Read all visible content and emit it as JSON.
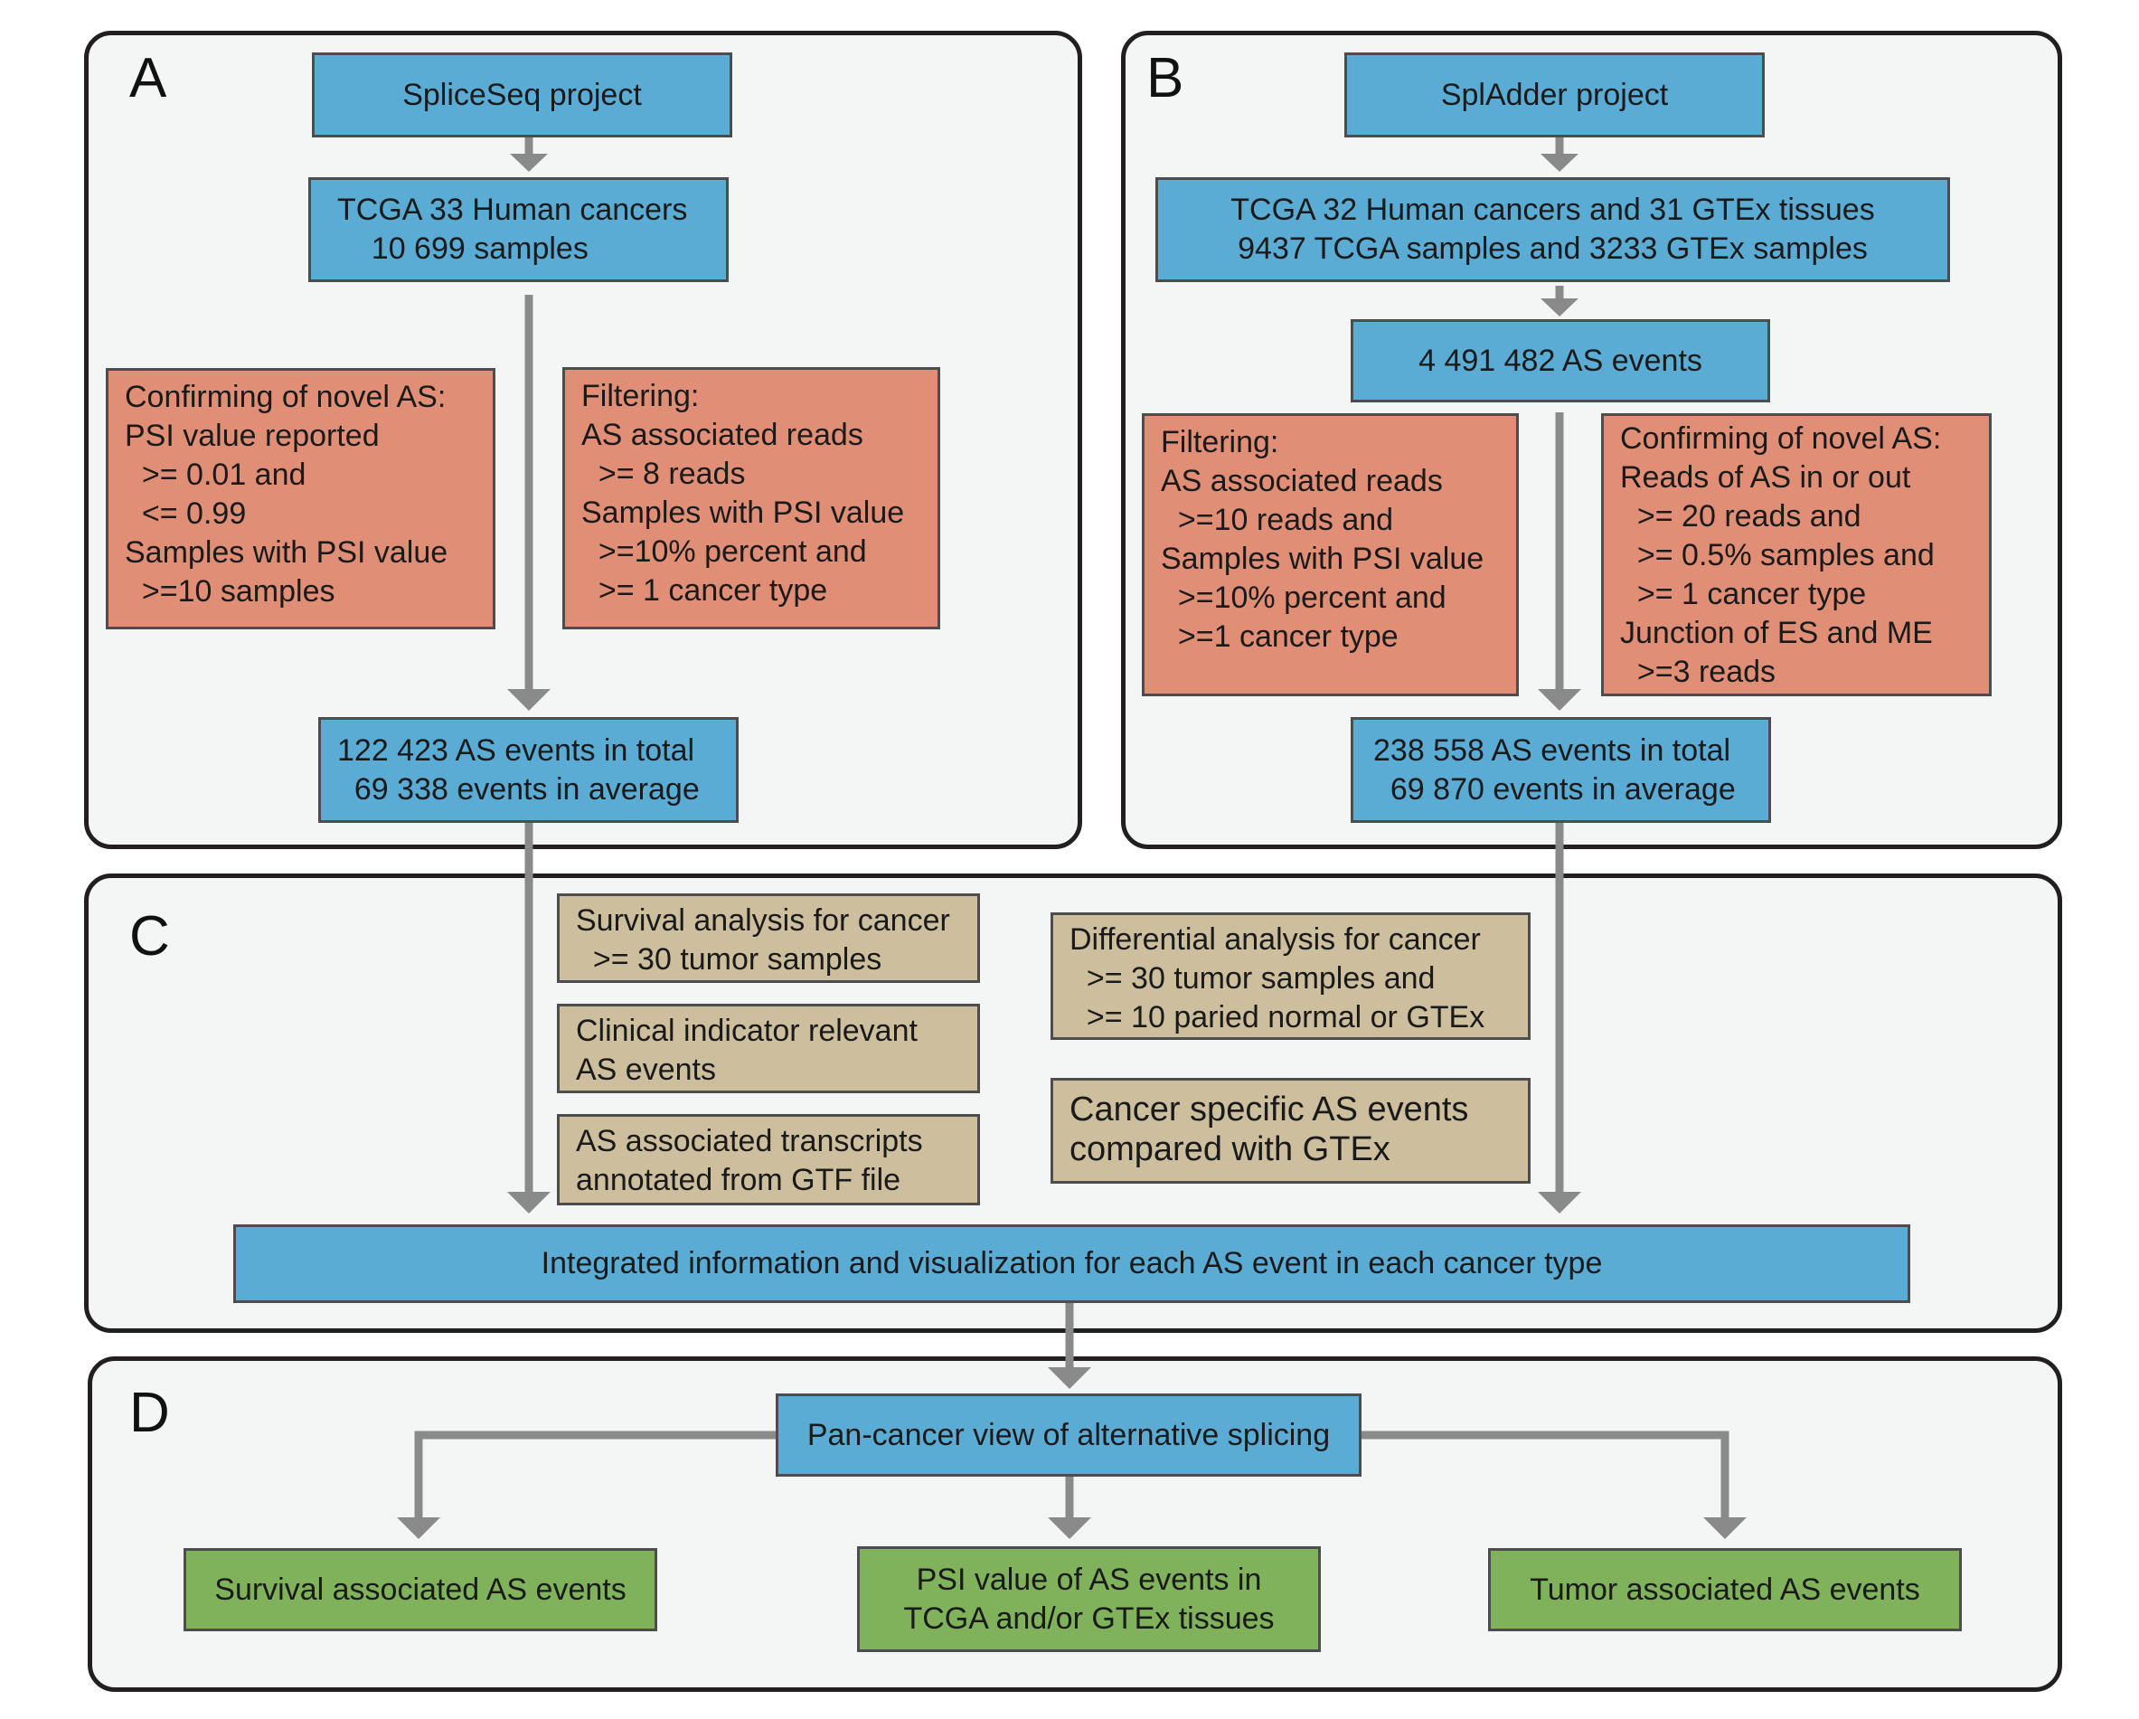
{
  "panels": {
    "a": {
      "label": "A"
    },
    "b": {
      "label": "B"
    },
    "c": {
      "label": "C"
    },
    "d": {
      "label": "D"
    }
  },
  "a": {
    "source": "SpliceSeq project",
    "dataset": "TCGA 33 Human cancers\n    10 699 samples",
    "confirm": "Confirming of novel AS:\nPSI value reported\n  >= 0.01 and\n  <= 0.99\nSamples with PSI value\n  >=10 samples",
    "filter": "Filtering:\nAS associated reads\n  >= 8 reads\nSamples with PSI value\n  >=10% percent and\n  >= 1 cancer type",
    "result": "122 423 AS events in total\n  69 338 events in average"
  },
  "b": {
    "source": "SplAdder project",
    "dataset": "TCGA 32 Human cancers and 31 GTEx tissues\n9437 TCGA samples and 3233 GTEx samples",
    "events": "4 491 482 AS events",
    "filter": "Filtering:\nAS associated reads\n  >=10 reads and\nSamples with PSI value\n  >=10% percent and\n  >=1 cancer type",
    "confirm": "Confirming of novel AS:\nReads of AS in or out\n  >= 20 reads and\n  >= 0.5% samples and\n  >= 1 cancer type\nJunction of ES and ME\n  >=3 reads",
    "result": "238 558 AS events in total\n  69 870 events in average"
  },
  "c": {
    "survival": "Survival analysis for cancer\n  >= 30 tumor samples",
    "clinical": "Clinical indicator relevant\nAS events",
    "transcripts": "AS associated transcripts\nannotated from GTF file",
    "differential": "Differential analysis for cancer\n  >= 30 tumor samples and\n  >= 10 paried normal or GTEx",
    "specific": "Cancer specific AS events\ncompared with GTEx",
    "integrated": "Integrated information and visualization for each AS event in each cancer type"
  },
  "d": {
    "pancancer": "Pan-cancer view of alternative splicing",
    "survival": "Survival associated AS events",
    "psi": "PSI value of AS events in\nTCGA and/or GTEx tissues",
    "tumor": "Tumor associated AS events"
  },
  "colors": {
    "blue": "#5aacd5",
    "salmon": "#e08f76",
    "tan": "#cdbf9e",
    "green": "#7fb25a",
    "arrow": "#8a8a8a"
  }
}
